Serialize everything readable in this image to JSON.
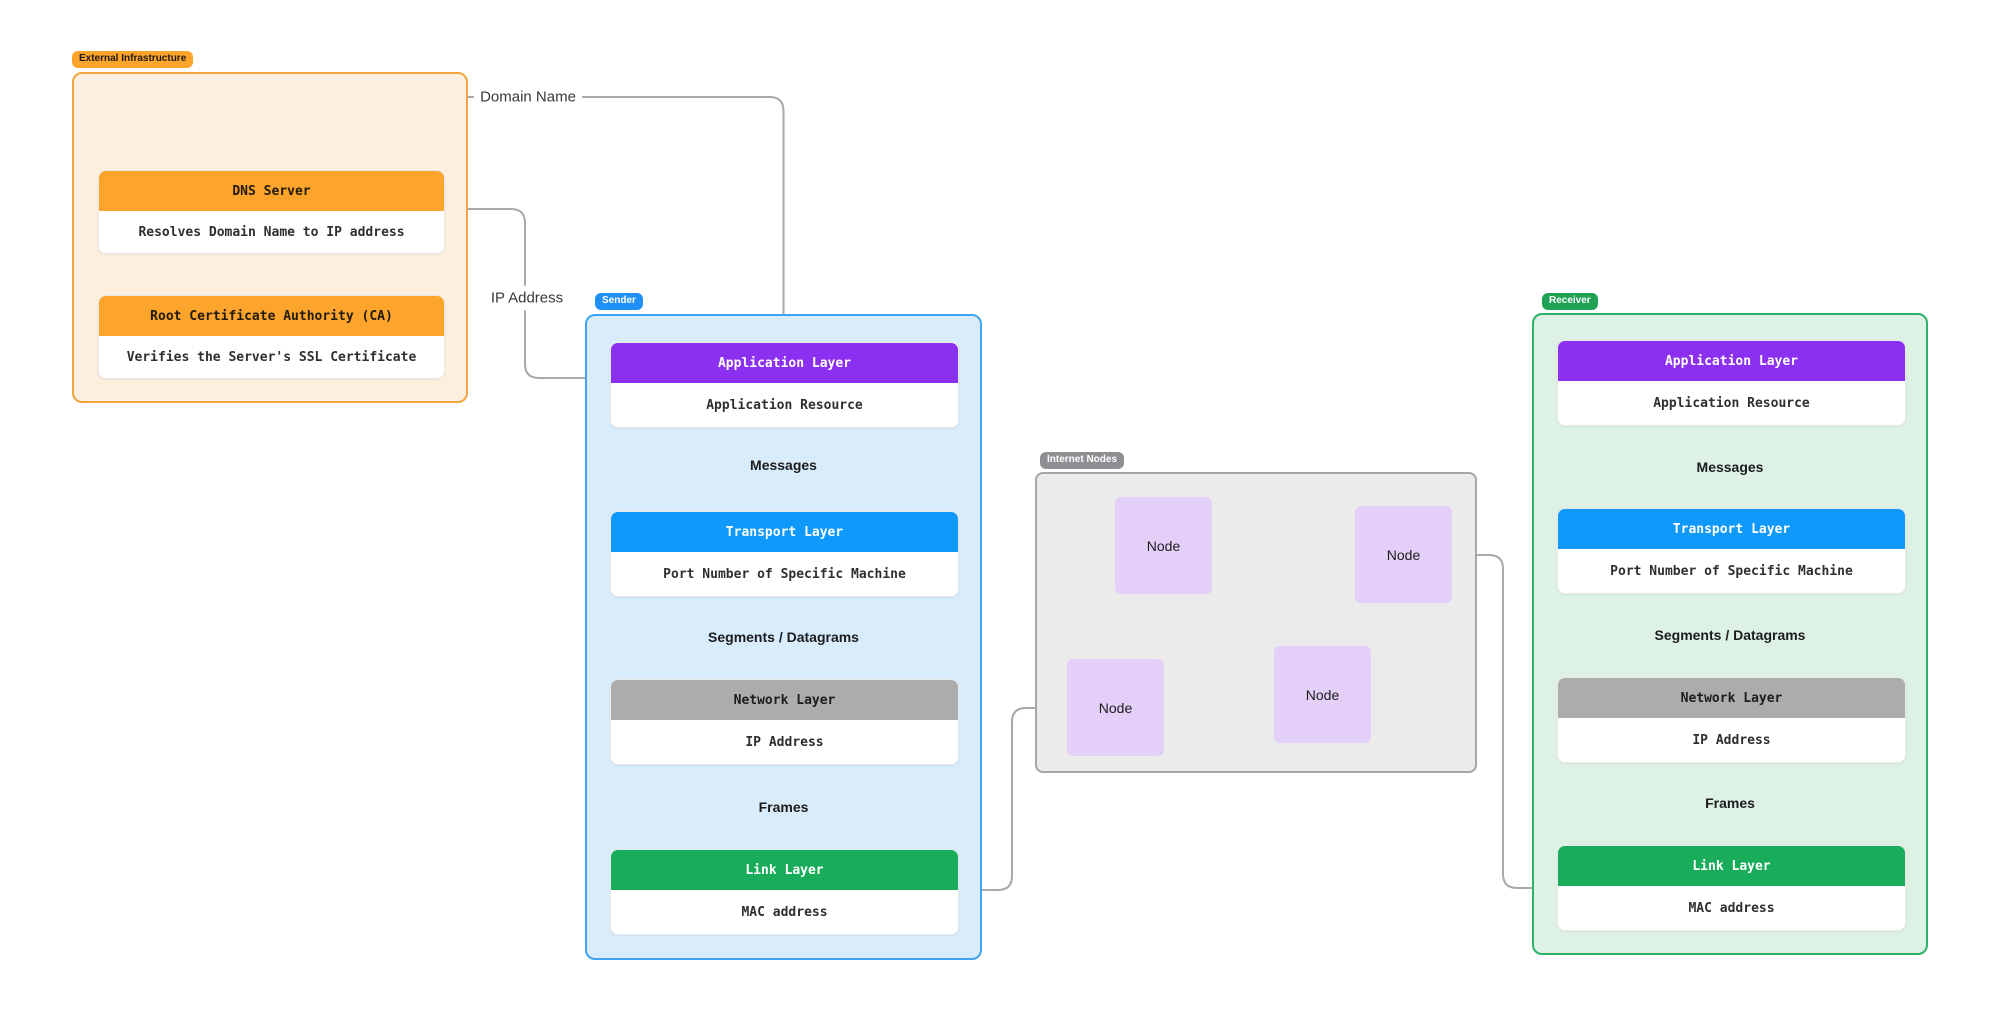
{
  "external": {
    "badge": "External Infrastructure",
    "dns": {
      "title": "DNS Server",
      "subtitle": "Resolves Domain Name to IP address"
    },
    "ca": {
      "title": "Root Certificate Authority (CA)",
      "subtitle": "Verifies the Server's SSL Certificate"
    }
  },
  "sender": {
    "badge": "Sender",
    "layers": [
      {
        "title": "Application Layer",
        "subtitle": "Application Resource"
      },
      {
        "title": "Transport Layer",
        "subtitle": "Port Number of Specific Machine"
      },
      {
        "title": "Network Layer",
        "subtitle": "IP Address"
      },
      {
        "title": "Link Layer",
        "subtitle": "MAC address"
      }
    ],
    "flow_labels": [
      "Messages",
      "Segments / Datagrams",
      "Frames"
    ]
  },
  "receiver": {
    "badge": "Receiver",
    "layers": [
      {
        "title": "Application Layer",
        "subtitle": "Application Resource"
      },
      {
        "title": "Transport Layer",
        "subtitle": "Port Number of Specific Machine"
      },
      {
        "title": "Network Layer",
        "subtitle": "IP Address"
      },
      {
        "title": "Link Layer",
        "subtitle": "MAC address"
      }
    ],
    "flow_labels": [
      "Messages",
      "Segments / Datagrams",
      "Frames"
    ]
  },
  "internet": {
    "badge": "Internet Nodes",
    "nodes": [
      "Node",
      "Node",
      "Node",
      "Node"
    ]
  },
  "edges": {
    "domain_name": "Domain Name",
    "ip_address": "IP Address"
  },
  "colors": {
    "application_layer": "#8B2FF0",
    "transport_layer": "#0F99FA",
    "network_layer": "#ACACAC",
    "link_layer": "#19AC5A",
    "external_accent": "#FCA42B",
    "external_bg": "#FCEFDF",
    "sender_accent": "#1E90F6",
    "sender_bg": "#D9ECFB",
    "receiver_accent": "#1FA254",
    "receiver_bg": "#DDF1E5",
    "internet_badge": "#8E8E93",
    "internet_bg": "#EBEBEB",
    "node_fill": "#E3CFF7",
    "connector": "#A9A9A9"
  }
}
